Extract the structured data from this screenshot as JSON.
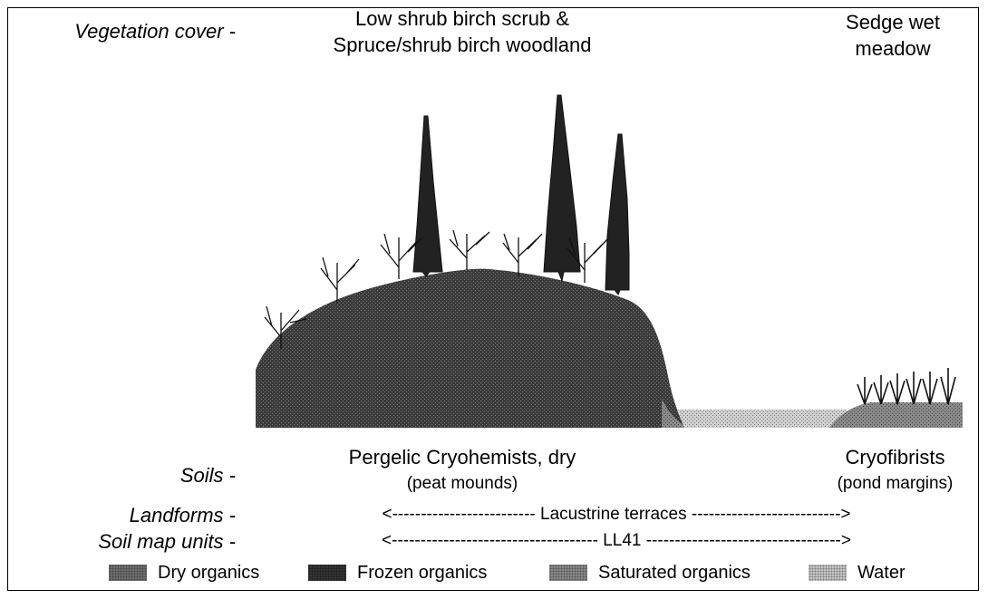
{
  "rows": {
    "vegetation": {
      "label": "Vegetation cover -",
      "left_line1": "Low shrub birch scrub &",
      "left_line2": "Spruce/shrub birch woodland",
      "right_line1": "Sedge wet",
      "right_line2": "meadow"
    },
    "soils": {
      "label": "Soils -",
      "left_name": "Pergelic Cryohemists, dry",
      "left_note": "(peat mounds)",
      "right_name": "Cryofibrists",
      "right_note": "(pond margins)"
    },
    "landforms": {
      "label": "Landforms -",
      "value": "<------------------------- Lacustrine terraces -------------------------->"
    },
    "soil_map_units": {
      "label": "Soil map units -",
      "value": "<------------------------------------ LL41 ---------------------------------->"
    }
  },
  "legend": [
    {
      "label": "Dry organics",
      "color": "#6e6e6e"
    },
    {
      "label": "Frozen organics",
      "color": "#333333"
    },
    {
      "label": "Saturated organics",
      "color": "#888888"
    },
    {
      "label": "Water",
      "color": "#c4c4c4"
    }
  ],
  "colors": {
    "frozen": "#333333",
    "saturated": "#888888",
    "water": "#c4c4c4",
    "dry": "#6e6e6e"
  }
}
